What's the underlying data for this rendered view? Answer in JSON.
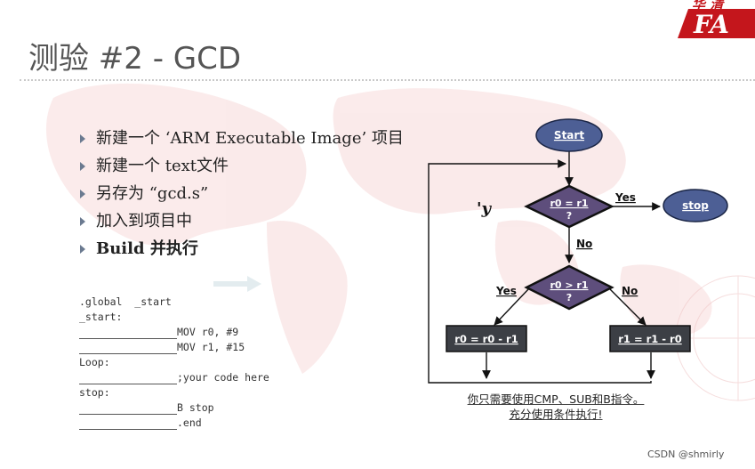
{
  "slide": {
    "title": "测验 #2 - GCD",
    "logo_text": "华 清",
    "logo_brand": "FA",
    "footer": "CSDN @shmirly"
  },
  "bullets": [
    {
      "text": "新建一个 ‘ARM Executable Image’ 项目",
      "bold": false
    },
    {
      "text": "新建一个 text文件",
      "bold": false
    },
    {
      "text": "另存为 “gcd.s”",
      "bold": false
    },
    {
      "text": "加入到项目中",
      "bold": false
    },
    {
      "text": "Build 并执行",
      "bold": true
    }
  ],
  "code": {
    "line1": ".global  _start",
    "line2": "_start:",
    "line3": "MOV r0, #9",
    "line4": "MOV r1, #15",
    "line5": "Loop:",
    "line6": ";your code here",
    "line7": "stop:",
    "line8": "B stop",
    "line9": ".end"
  },
  "flowchart": {
    "start": "Start",
    "decision1_line1": "r0 = r1",
    "decision1_line2": "?",
    "yes1": "Yes",
    "stop": "stop",
    "no1": "No",
    "decision2_line1": "r0 > r1",
    "decision2_line2": "?",
    "yes2": "Yes",
    "no2": "No",
    "box_left": "r0 = r0 - r1",
    "box_right": "r1 = r1 - r0",
    "mark": "'y"
  },
  "caption": {
    "line1": "你只需要使用CMP、SUB和B指令。",
    "line2": "充分使用条件执行!"
  },
  "colors": {
    "oval_fill": "#4d5f95",
    "diamond_fill": "#5e4e7c",
    "box_fill": "#3c3f45",
    "logo_red": "#c4161c"
  }
}
